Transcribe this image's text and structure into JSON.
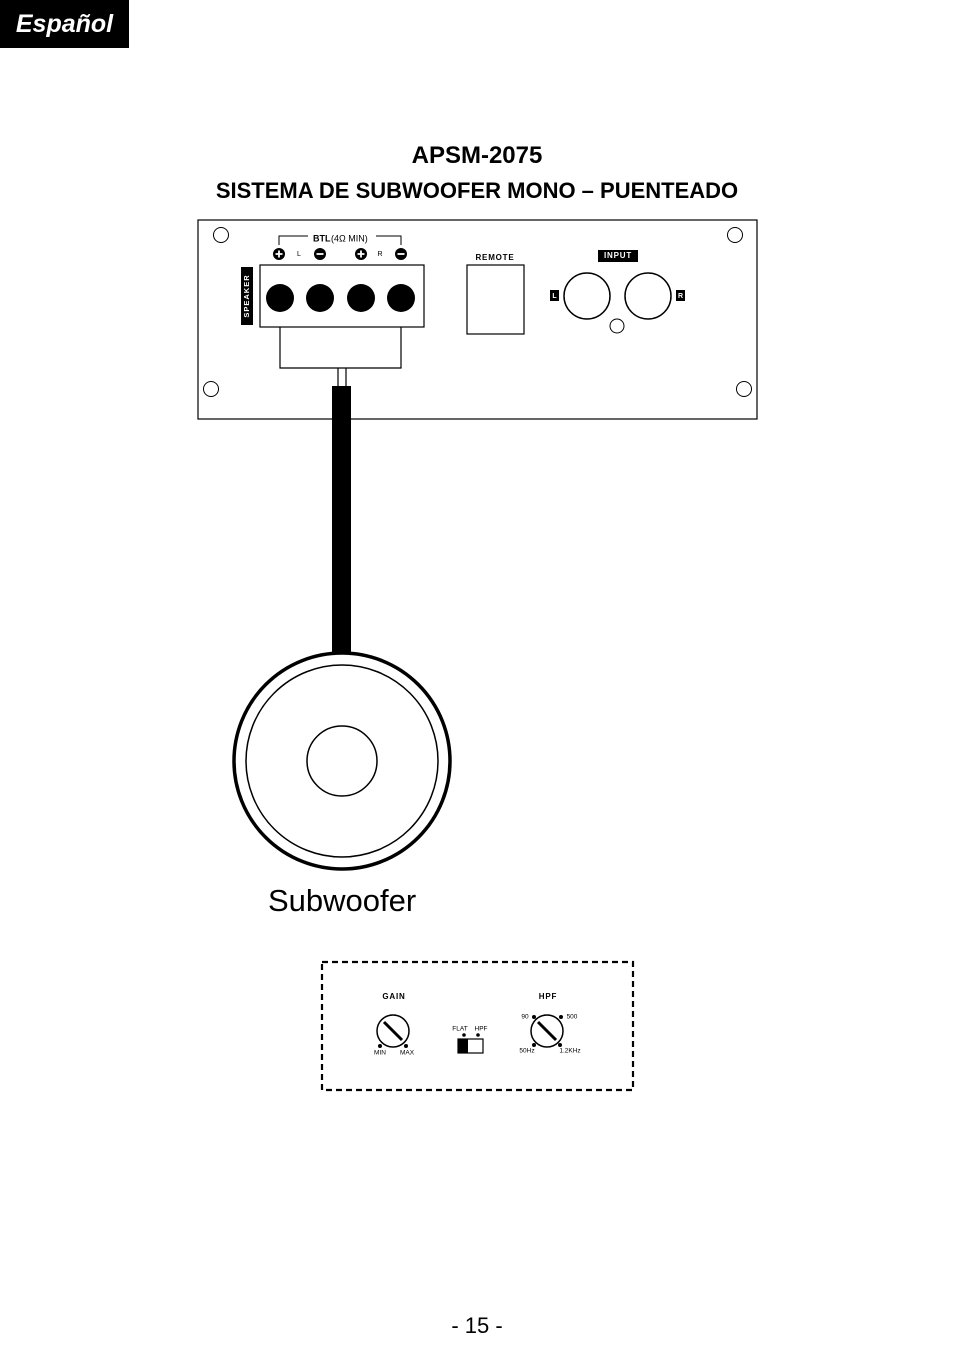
{
  "header": {
    "language_tab": "Español"
  },
  "title": {
    "model": "APSM-2075",
    "subtitle": "SISTEMA DE SUBWOOFER MONO – PUENTEADO"
  },
  "amp_panel": {
    "btl_label": "BTL",
    "btl_spec": "(4Ω MIN)",
    "speaker_label": "SPEAKER",
    "left_channel": "L",
    "right_channel": "R",
    "remote_label": "REMOTE",
    "input_label": "INPUT",
    "input_left": "L",
    "input_right": "R"
  },
  "speaker": {
    "label": "Subwoofer"
  },
  "control_panel": {
    "gain_label": "GAIN",
    "gain_min": "MIN",
    "gain_max": "MAX",
    "switch_flat": "FLAT",
    "switch_hpf": "HPF",
    "hpf_label": "HPF",
    "hpf_90": "90",
    "hpf_500": "500",
    "hpf_50hz": "50Hz",
    "hpf_12khz": "1.2KHz"
  },
  "footer": {
    "page_number": "- 15 -"
  }
}
